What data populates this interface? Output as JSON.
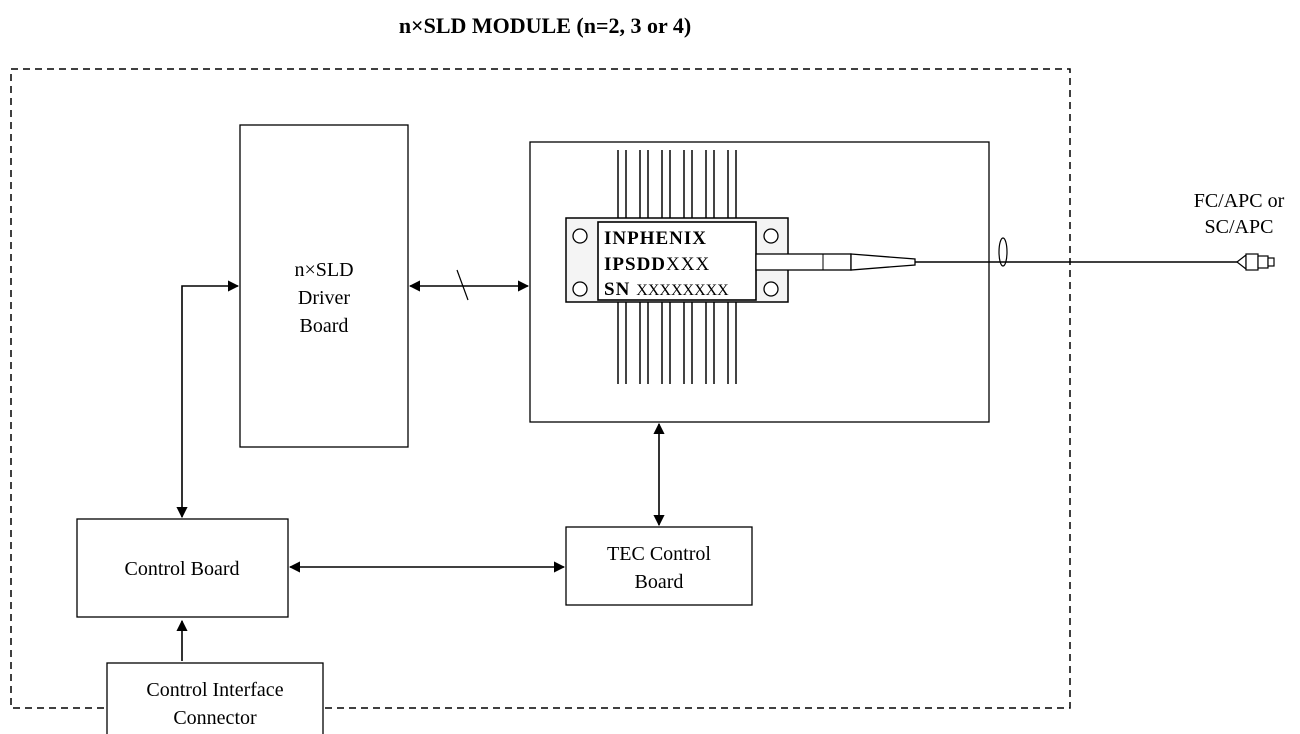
{
  "title": "n×SLD MODULE (n=2, 3 or 4)",
  "blocks": {
    "driver_board": [
      "n×SLD",
      "Driver",
      "Board"
    ],
    "control_board": "Control Board",
    "tec_control_board": [
      "TEC Control",
      "Board"
    ],
    "control_interface_connector": [
      "Control Interface",
      "Connector"
    ],
    "connector_type": [
      "FC/APC or",
      "SC/APC"
    ]
  },
  "package": {
    "brand": "INPHENIX",
    "model_prefix": "IPSDD",
    "model_suffix": "XXX",
    "sn_prefix": "SN",
    "sn_value": "XXXXXXXX"
  },
  "colors": {
    "line": "#000000",
    "package_fill": "#f4f4f4",
    "pin": "#444444"
  }
}
